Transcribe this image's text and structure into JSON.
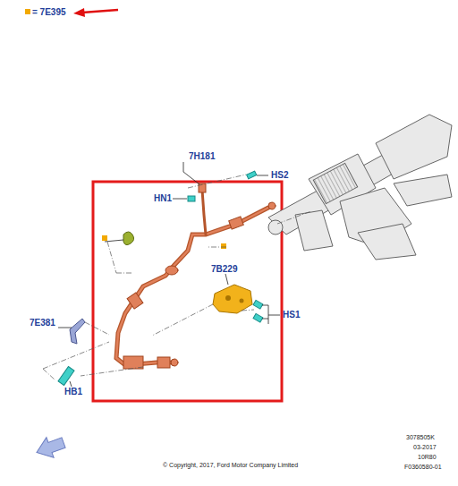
{
  "diagram": {
    "caption": "© Copyright, 2017, Ford Motor Company Limited",
    "labels": [
      "= 7E395",
      "7H181",
      "HS2",
      "HN1",
      "7B229",
      "HS1",
      "7E381",
      "HB1",
      "3078505K",
      "03-2017",
      "10R80",
      "F0360580-01"
    ]
  }
}
